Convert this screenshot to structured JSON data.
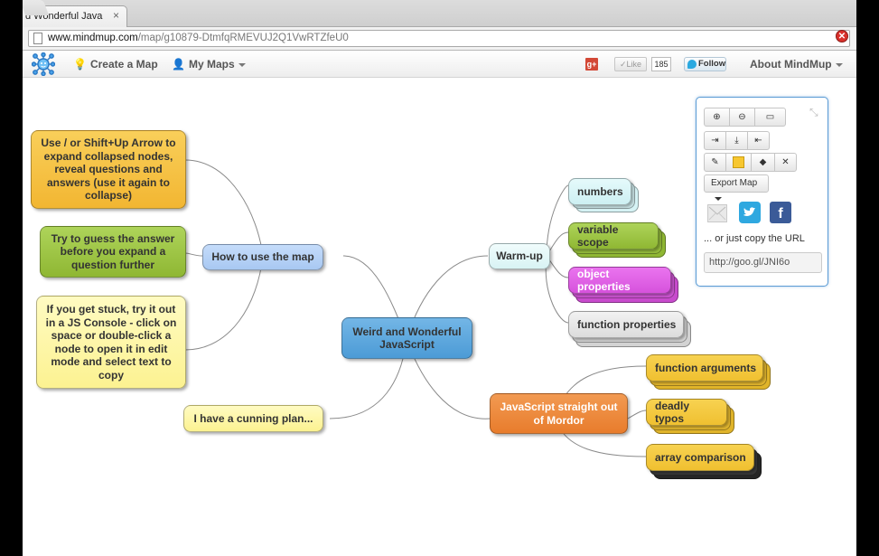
{
  "browser": {
    "tab_title": "d Wonderful Java",
    "tab_close": "×",
    "url_host": "www.mindmup.com",
    "url_path": "/map/g10879-DtmfqRMEVUJ2Q1VwRTZfeU0"
  },
  "navbar": {
    "create_map": "Create a Map",
    "my_maps": "My Maps",
    "gplus_label": "g+",
    "like_label": "✓Like",
    "like_count": "185",
    "follow_label": "Follow",
    "about": "About MindMup"
  },
  "mindmap": {
    "root": "Weird and Wonderful JavaScript",
    "how_to": "How to use the map",
    "tip_expand": "Use / or Shift+Up Arrow to expand collapsed nodes, reveal questions and answers (use it again to collapse)",
    "tip_guess": "Try to guess the answer before you expand a question further",
    "tip_stuck": "If you get stuck, try it out in a JS Console - click on space or double-click a node to open it in edit mode and select text to copy",
    "plan": "I have a cunning plan...",
    "warmup": "Warm-up",
    "numbers": "numbers",
    "variable_scope": "variable scope",
    "object_properties": "object properties",
    "function_properties": "function properties",
    "mordor": "JavaScript straight out of Mordor",
    "function_arguments": "function arguments",
    "deadly_typos": "deadly typos",
    "array_comparison": "array comparison"
  },
  "toolbox": {
    "collapse_icon": "⤡",
    "zoom_in": "⊕",
    "zoom_out": "⊖",
    "keyboard": "▭",
    "export": "Export Map",
    "copy_text": "... or just copy the URL",
    "short_url": "http://goo.gl/JNI6o",
    "facebook": "f"
  },
  "colors": {
    "root": "#5fa8dc",
    "how_to": "#b5d3f7",
    "yellow_orange": "#f5c244",
    "green": "#9bc43e",
    "light_yellow": "#fdf7a8",
    "warmup": "#e2f8f8",
    "numbers": "#d9f5f7",
    "object_props": "#e161e6",
    "function_props": "#e5e5e5",
    "mordor": "#ee8a3d",
    "gold": "#f3c736"
  }
}
